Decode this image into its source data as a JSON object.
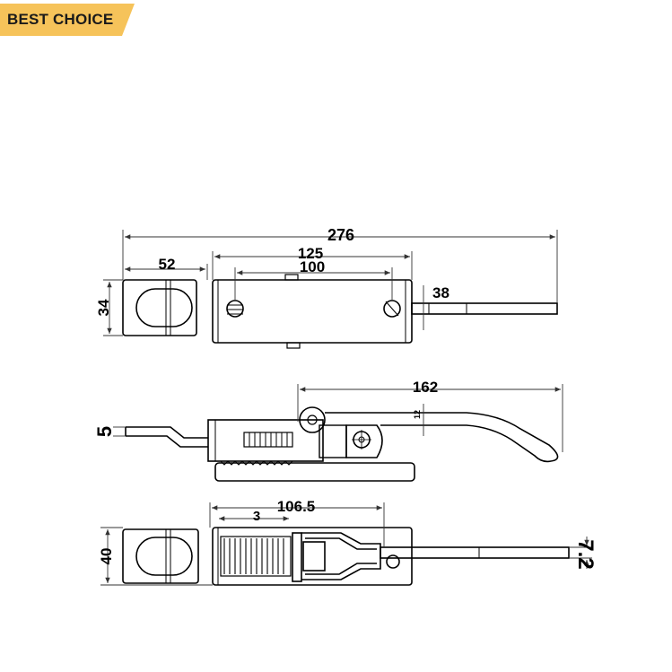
{
  "badge": {
    "text": "BEST CHOICE",
    "color": "#f6c35a"
  },
  "dimensions": {
    "overall_length": "276",
    "plate_width": "52",
    "slot_spacing_outer": "125",
    "slot_spacing_inner": "100",
    "rod_offset": "38",
    "plate_height": "34",
    "handle_length": "162",
    "handle_thickness": "12",
    "rod_thickness": "5",
    "spring_length": "106.5",
    "spring_wire": "3",
    "body_height": "40",
    "rod_diameter": "7.2"
  },
  "colors": {
    "line": "#000000",
    "dim_line": "#333333"
  }
}
